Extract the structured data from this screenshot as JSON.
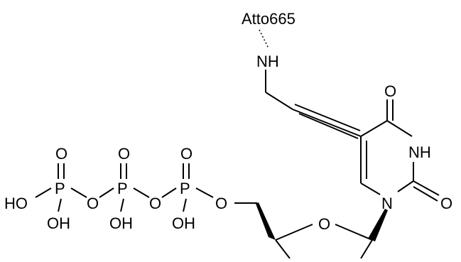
{
  "labels": {
    "dye": "Atto665",
    "nh_linker": "NH",
    "o_c4": "O",
    "nh_n3": "NH",
    "o_c2": "O",
    "n1": "N",
    "o_ring": "O",
    "o_5prime": "O",
    "p_gamma": "P",
    "p_beta": "P",
    "p_alpha": "P",
    "o_gamma_top": "O",
    "o_beta_top": "O",
    "o_alpha_top": "O",
    "oh_terminal": "HO",
    "oh_gamma": "OH",
    "oh_beta": "OH",
    "oh_alpha": "OH",
    "o_bridge_1": "O",
    "o_bridge_2": "O"
  }
}
